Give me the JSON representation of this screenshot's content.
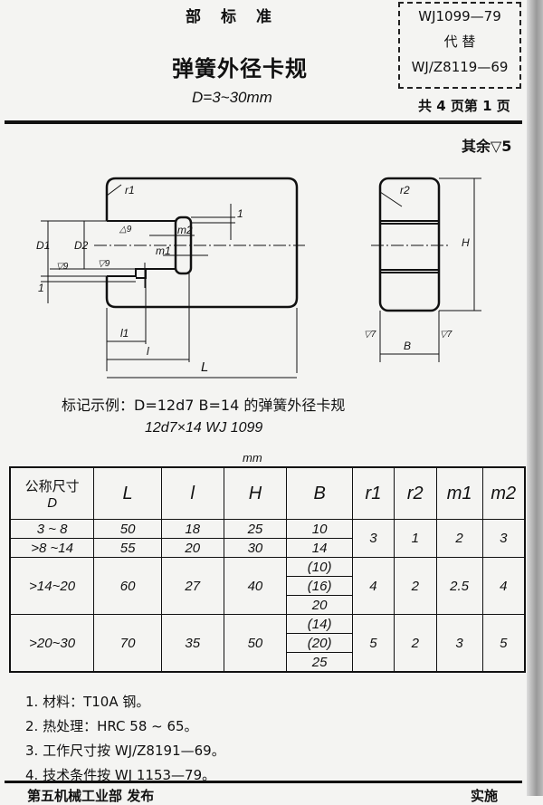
{
  "header": {
    "bureau": "部标准",
    "title": "弹簧外径卡规",
    "range": "D=3~30mm",
    "standard_no": "WJ1099—79",
    "replaces_label": "代 替",
    "replaced_no": "WJ/Z8119—69",
    "pages": "共 4 页第 1 页"
  },
  "roughness_note": "其余▽5",
  "drawing": {
    "labels": {
      "r1": "r1",
      "r2": "r2",
      "d1": "D1",
      "d2": "D2",
      "m1": "m1",
      "m2": "m2",
      "one_top": "1",
      "one_left": "1",
      "l1": "l1",
      "l": "l",
      "L": "L",
      "H": "H",
      "B": "B",
      "finish9a": "△9",
      "finish9b": "▽9",
      "finish9c": "▽9",
      "finish7a": "▽7",
      "finish7b": "▽7"
    }
  },
  "example": {
    "line1": "标记示例：D=12d7  B=14 的弹簧外径卡规",
    "line2": "12d7×14 WJ 1099"
  },
  "table": {
    "unit": "mm",
    "headers": [
      "公称尺寸",
      "D",
      "L",
      "l",
      "H",
      "B",
      "r1",
      "r2",
      "m1",
      "m2"
    ],
    "rows": [
      {
        "D": "3 ~ 8",
        "L": "50",
        "l": "18",
        "H": "25",
        "B": [
          "10"
        ]
      },
      {
        "D": ">8 ~14",
        "L": "55",
        "l": "20",
        "H": "30",
        "B": [
          "14"
        ]
      },
      {
        "D": ">14~20",
        "L": "60",
        "l": "27",
        "H": "40",
        "B": [
          "(10)",
          "(16)",
          "20"
        ]
      },
      {
        "D": ">20~30",
        "L": "70",
        "l": "35",
        "H": "50",
        "B": [
          "(14)",
          "(20)",
          "25"
        ]
      }
    ],
    "groups": [
      {
        "r1": "3",
        "r2": "1",
        "m1": "2",
        "m2": "3"
      },
      {
        "r1": "4",
        "r2": "2",
        "m1": "2.5",
        "m2": "4"
      },
      {
        "r1": "5",
        "r2": "2",
        "m1": "3",
        "m2": "5"
      }
    ]
  },
  "notes": [
    "1. 材料：T10A 钢。",
    "2. 热处理：HRC 58 ~ 65。",
    "3. 工作尺寸按 WJ/Z8191—69。",
    "4. 技术条件按 WJ 1153—79。"
  ],
  "footer": {
    "issuer": "第五机械工业部 发布",
    "effective": "实施"
  }
}
